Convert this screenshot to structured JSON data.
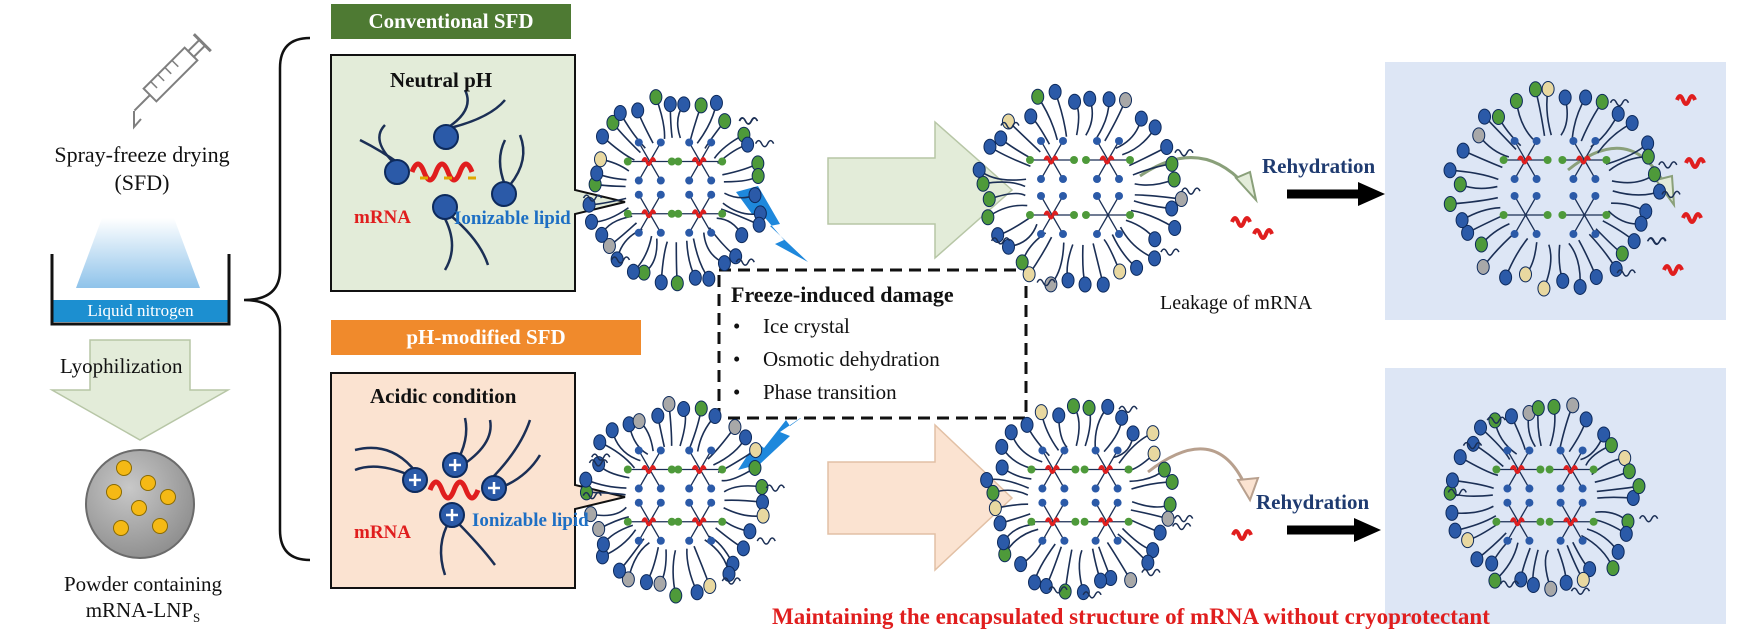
{
  "left_panel": {
    "process_line1": "Spray-freeze drying",
    "process_line2": "(SFD)",
    "liquid_nitrogen": "Liquid nitrogen",
    "lyophilization": "Lyophilization",
    "powder_line1": "Powder containing",
    "powder_line2": "mRNA-LNP",
    "powder_sub": "S"
  },
  "conventional": {
    "banner": "Conventional SFD",
    "condition": "Neutral pH",
    "mrna_label": "mRNA",
    "lipid_label": "Ionizable lipid",
    "rehydration": "Rehydration",
    "leakage": "Leakage of mRNA"
  },
  "modified": {
    "banner": "pH-modified SFD",
    "condition": "Acidic condition",
    "mrna_label": "mRNA",
    "lipid_label": "Ionizable lipid",
    "rehydration": "Rehydration"
  },
  "damage_box": {
    "title": "Freeze-induced damage",
    "items": [
      "Ice crystal",
      "Osmotic dehydration",
      "Phase transition"
    ]
  },
  "conclusion": "Maintaining the encapsulated structure of mRNA without cryoprotectant",
  "colors": {
    "green_banner": "#4e7a33",
    "orange_banner": "#f08a2c",
    "green_box": "#e3ecd9",
    "peach_box": "#fbe3d1",
    "blue_bg": "#dde6f5",
    "navy": "#1f3b70",
    "lipid_blue": "#2b5aa8",
    "red": "#e01e1e"
  }
}
